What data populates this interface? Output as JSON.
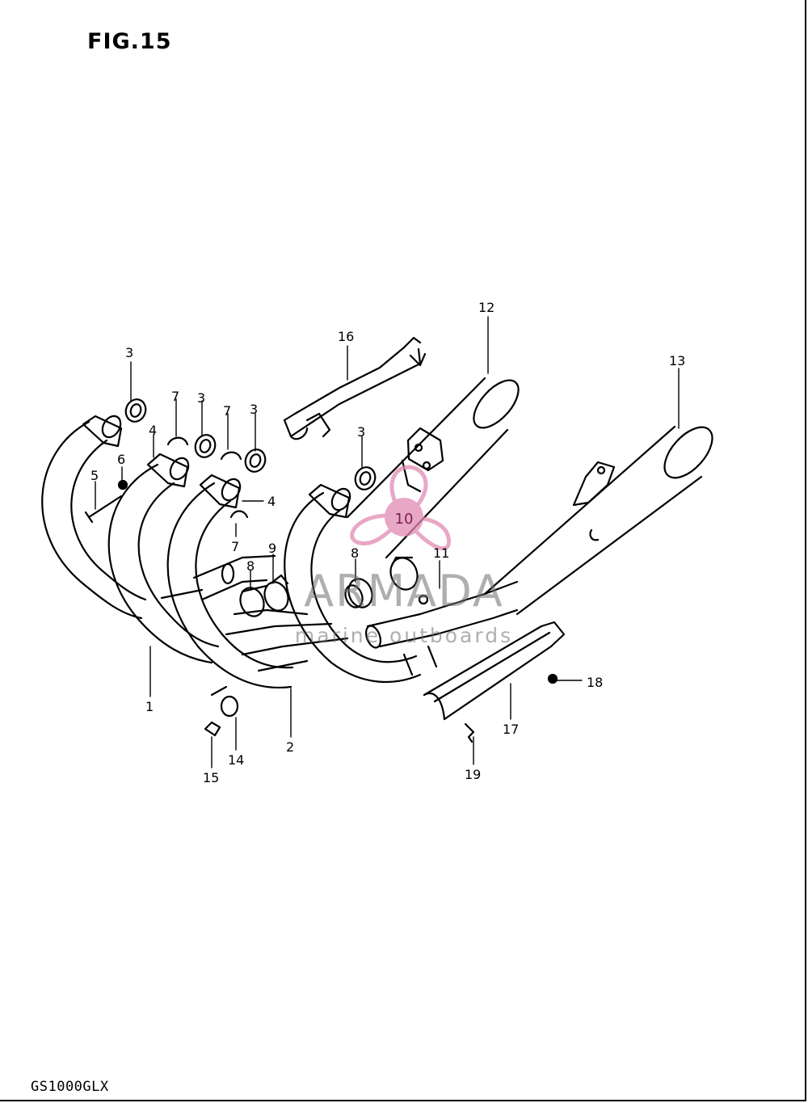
{
  "figure": {
    "title": "FIG.15",
    "model_code": "GS1000GLX"
  },
  "watermark": {
    "brand": "ARMADA",
    "tagline": "marine outboards",
    "emblem_number": "10"
  },
  "callouts": {
    "c1": "1",
    "c2": "2",
    "c3a": "3",
    "c3b": "3",
    "c3c": "3",
    "c3d": "3",
    "c4a": "4",
    "c4b": "4",
    "c5": "5",
    "c6": "6",
    "c7a": "7",
    "c7b": "7",
    "c7c": "7",
    "c8a": "8",
    "c8b": "8",
    "c9": "9",
    "c11": "11",
    "c12": "12",
    "c13": "13",
    "c14": "14",
    "c15": "15",
    "c16": "16",
    "c17": "17",
    "c18": "18",
    "c19": "19"
  }
}
